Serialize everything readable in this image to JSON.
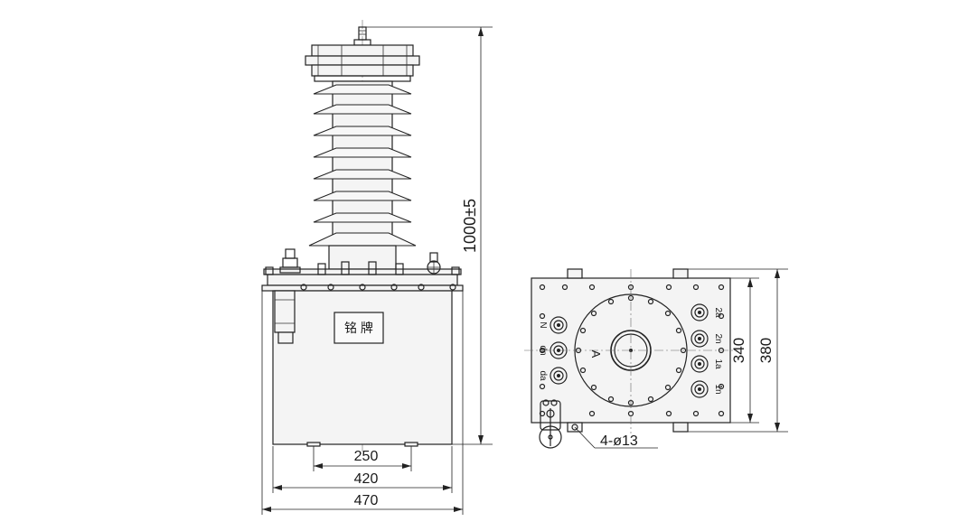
{
  "front_view": {
    "nameplate_label": "铭 牌",
    "dims": {
      "height": "1000±5",
      "bolt_spacing": "250",
      "base_width": "420",
      "overall_width": "470"
    }
  },
  "top_view": {
    "center_label": "A",
    "left_terminals": [
      "N",
      "dn",
      "da"
    ],
    "right_terminals": [
      "2a",
      "2n",
      "1a",
      "1n"
    ],
    "dims": {
      "inner_depth": "340",
      "outer_depth": "380",
      "mount_holes": "4-ø13"
    }
  }
}
